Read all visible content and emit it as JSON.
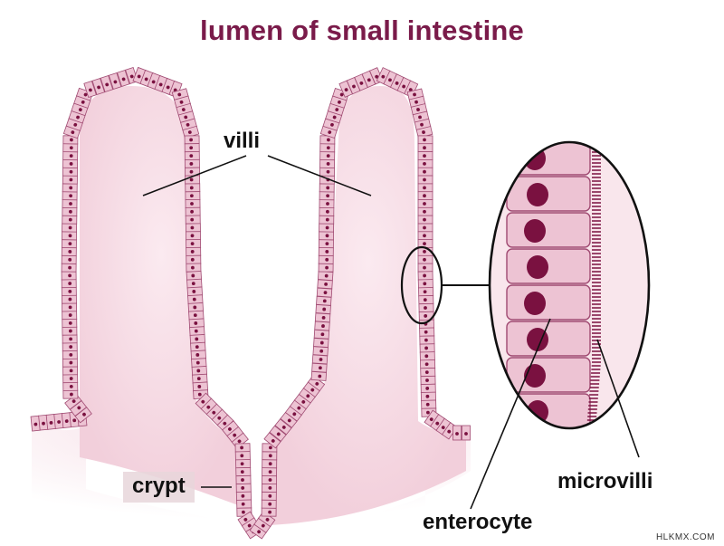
{
  "title": "lumen of small intestine",
  "labels": {
    "villi": "villi",
    "crypt": "crypt",
    "microvilli": "microvilli",
    "enterocyte": "enterocyte"
  },
  "watermark": "HLKMX.COM",
  "colors": {
    "title": "#7a1b4a",
    "tissue": "#f6dde5",
    "cell_fill": "#edc3d3",
    "cell_outline": "#a04a72",
    "nucleus": "#7a1140",
    "outline": "#111111"
  }
}
